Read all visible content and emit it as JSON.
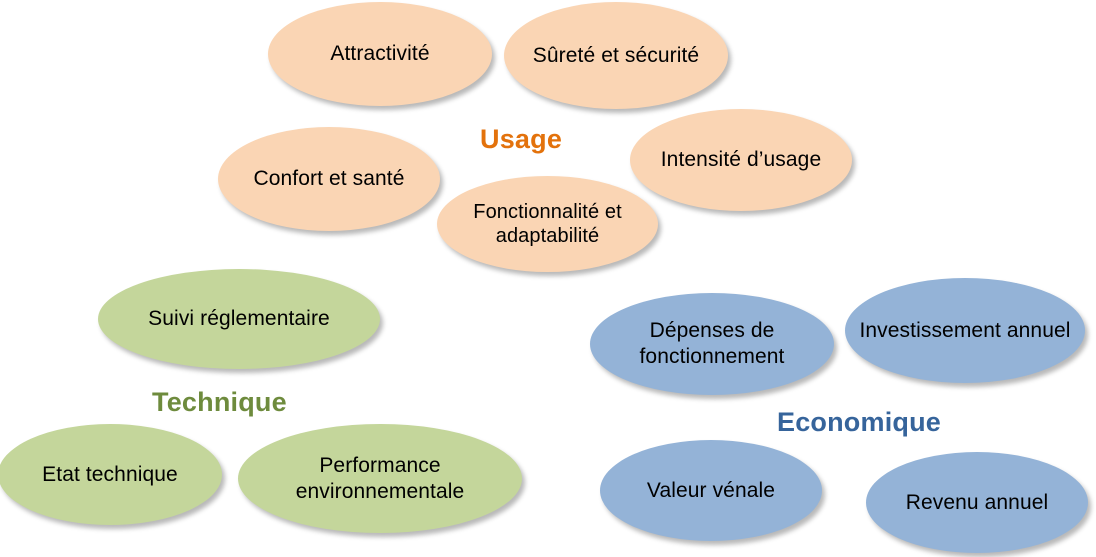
{
  "diagram": {
    "background_color": "#FFFFFF",
    "groups": [
      {
        "id": "usage",
        "label": "Usage",
        "label_color": "#E3720C",
        "bubble_color": "#FAD5B4",
        "bubbles": [
          {
            "id": "attractivite",
            "text": "Attractivité"
          },
          {
            "id": "surete-securite",
            "text": "Sûreté et sécurité"
          },
          {
            "id": "confort-sante",
            "text": "Confort et santé"
          },
          {
            "id": "intensite-usage",
            "text": "Intensité d’usage"
          },
          {
            "id": "fonctionnalite-adaptabilite",
            "text": "Fonctionnalité et adaptabilité"
          }
        ]
      },
      {
        "id": "technique",
        "label": "Technique",
        "label_color": "#6E8B3D",
        "bubble_color": "#C4D69B",
        "bubbles": [
          {
            "id": "suivi-reglementaire",
            "text": "Suivi réglementaire"
          },
          {
            "id": "etat-technique",
            "text": "Etat technique"
          },
          {
            "id": "performance-environnementale",
            "text": "Performance environnementale"
          }
        ]
      },
      {
        "id": "economique",
        "label": "Economique",
        "label_color": "#36649B",
        "bubble_color": "#94B3D7",
        "bubbles": [
          {
            "id": "depenses-fonctionnement",
            "text": "Dépenses de fonctionnement"
          },
          {
            "id": "investissement-annuel",
            "text": "Investissement annuel"
          },
          {
            "id": "valeur-venale",
            "text": "Valeur vénale"
          },
          {
            "id": "revenu-annuel",
            "text": "Revenu annuel"
          }
        ]
      }
    ]
  }
}
